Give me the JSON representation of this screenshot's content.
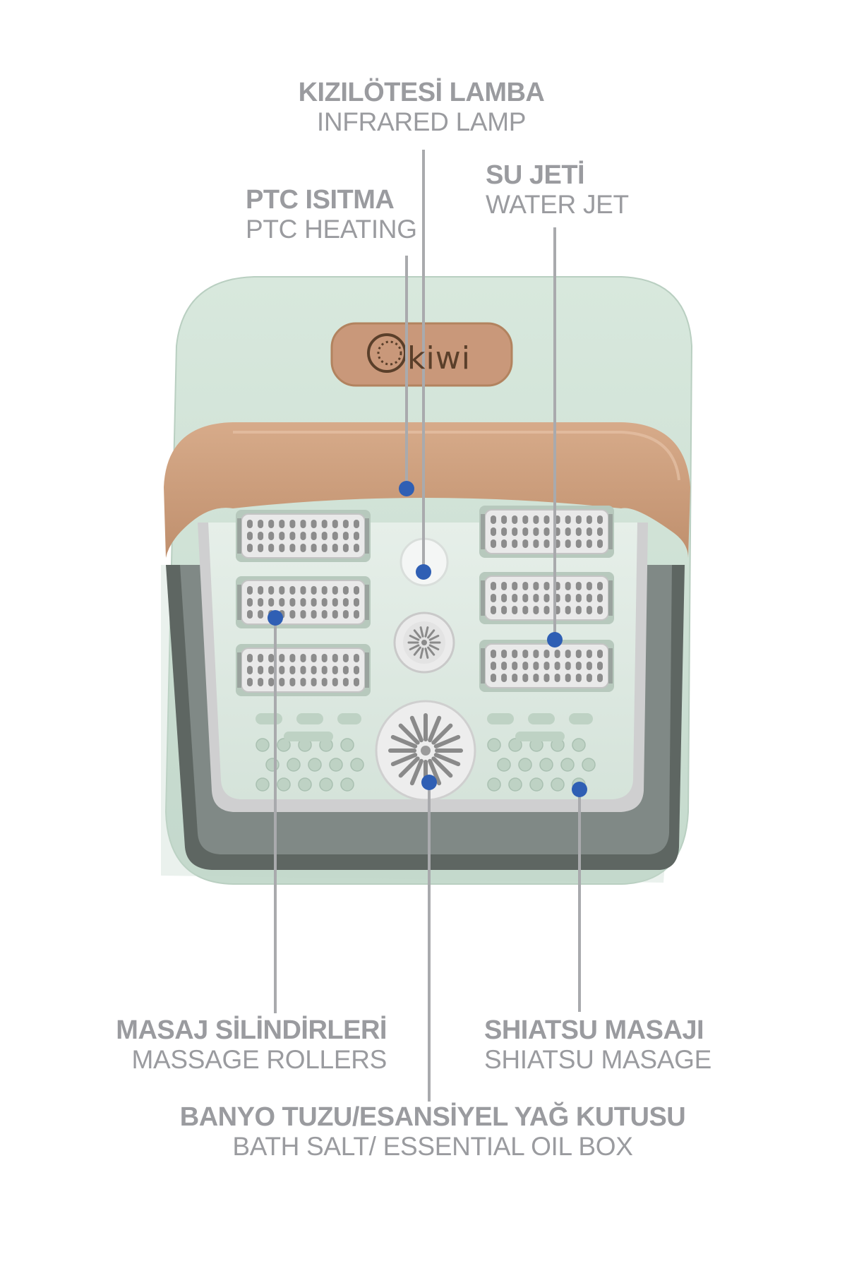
{
  "brand": {
    "name": "kiwi",
    "colors": {
      "body": "#cfe2d6",
      "accent": "#c99a78",
      "roller": "#e7e7e7",
      "dot": "#2f5fb4",
      "line": "#a9aaad",
      "text": "#9a9b9f"
    }
  },
  "callouts": [
    {
      "id": "infrared",
      "tr": "KIZILÖTESİ LAMBA",
      "en": "INFRARED LAMP"
    },
    {
      "id": "ptc",
      "tr": "PTC ISITMA",
      "en": "PTC HEATING"
    },
    {
      "id": "jet",
      "tr": "SU JETİ",
      "en": "WATER JET"
    },
    {
      "id": "rollers",
      "tr": "MASAJ SİLİNDİRLERİ",
      "en": "MASSAGE ROLLERS"
    },
    {
      "id": "shiatsu",
      "tr": "SHIATSU MASAJI",
      "en": "SHIATSU MASAGE"
    },
    {
      "id": "bath",
      "tr": "BANYO TUZU/ESANSİYEL YAĞ KUTUSU",
      "en": "BATH SALT/ ESSENTIAL OIL BOX"
    }
  ]
}
